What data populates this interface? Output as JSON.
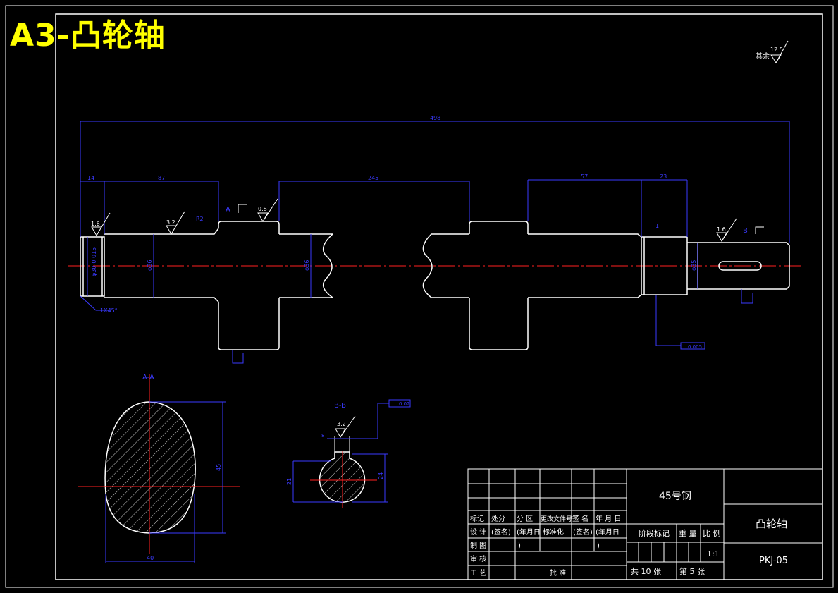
{
  "sheet_title": "A3-凸轮轴",
  "surface_finish": {
    "label": "其余",
    "value": "12.5"
  },
  "dims": {
    "overall": "498",
    "d14": "14",
    "d87": "87",
    "d245": "245",
    "d57": "57",
    "d23": "23",
    "dia_left": "φ30-0.015",
    "dia_journal": "φ36",
    "dia_mid": "φ36",
    "dia_right": "φ35",
    "chamfer": "1X45°",
    "r": "R2",
    "step": "1",
    "flat": "0.005",
    "aa_height": "45",
    "aa_width": "40",
    "bb_depth": "21",
    "bb_height": "24",
    "bb_keyw": "8",
    "bb_tol": "0.02"
  },
  "roughness": {
    "left": "1.6",
    "journal": "3.2",
    "cam": "0.8",
    "right": "1.6",
    "bb": "3.2"
  },
  "section_labels": {
    "a": "A",
    "b": "B",
    "aa": "A-A",
    "bb": "B-B"
  },
  "title_block": {
    "material": "45号钢",
    "part_name": "凸轮轴",
    "drawing_no": "PKJ-05",
    "scale": "1:1",
    "stage_mark": "阶段标记",
    "weight": "重 量",
    "ratio": "比 例",
    "sheets_total": "共  10  张",
    "sheet_no": "第  5  张",
    "rows": {
      "r1": [
        "标记",
        "处分",
        "分    区",
        "更改文件号",
        "签  名",
        "年 月 日"
      ],
      "r2": [
        "设 计",
        "(签名)",
        "(年月日",
        "标准化",
        "(签名)",
        "(年月日"
      ],
      "r3": [
        "制 图",
        "",
        ")",
        "",
        "",
        ")"
      ],
      "r4": [
        "审 核"
      ],
      "r5": [
        "工 艺",
        "",
        "",
        "批 准"
      ]
    }
  },
  "colors": {
    "frame": "#ffffff",
    "dim": "#3a3aff",
    "center": "#ff2020",
    "title": "#ffff00"
  }
}
